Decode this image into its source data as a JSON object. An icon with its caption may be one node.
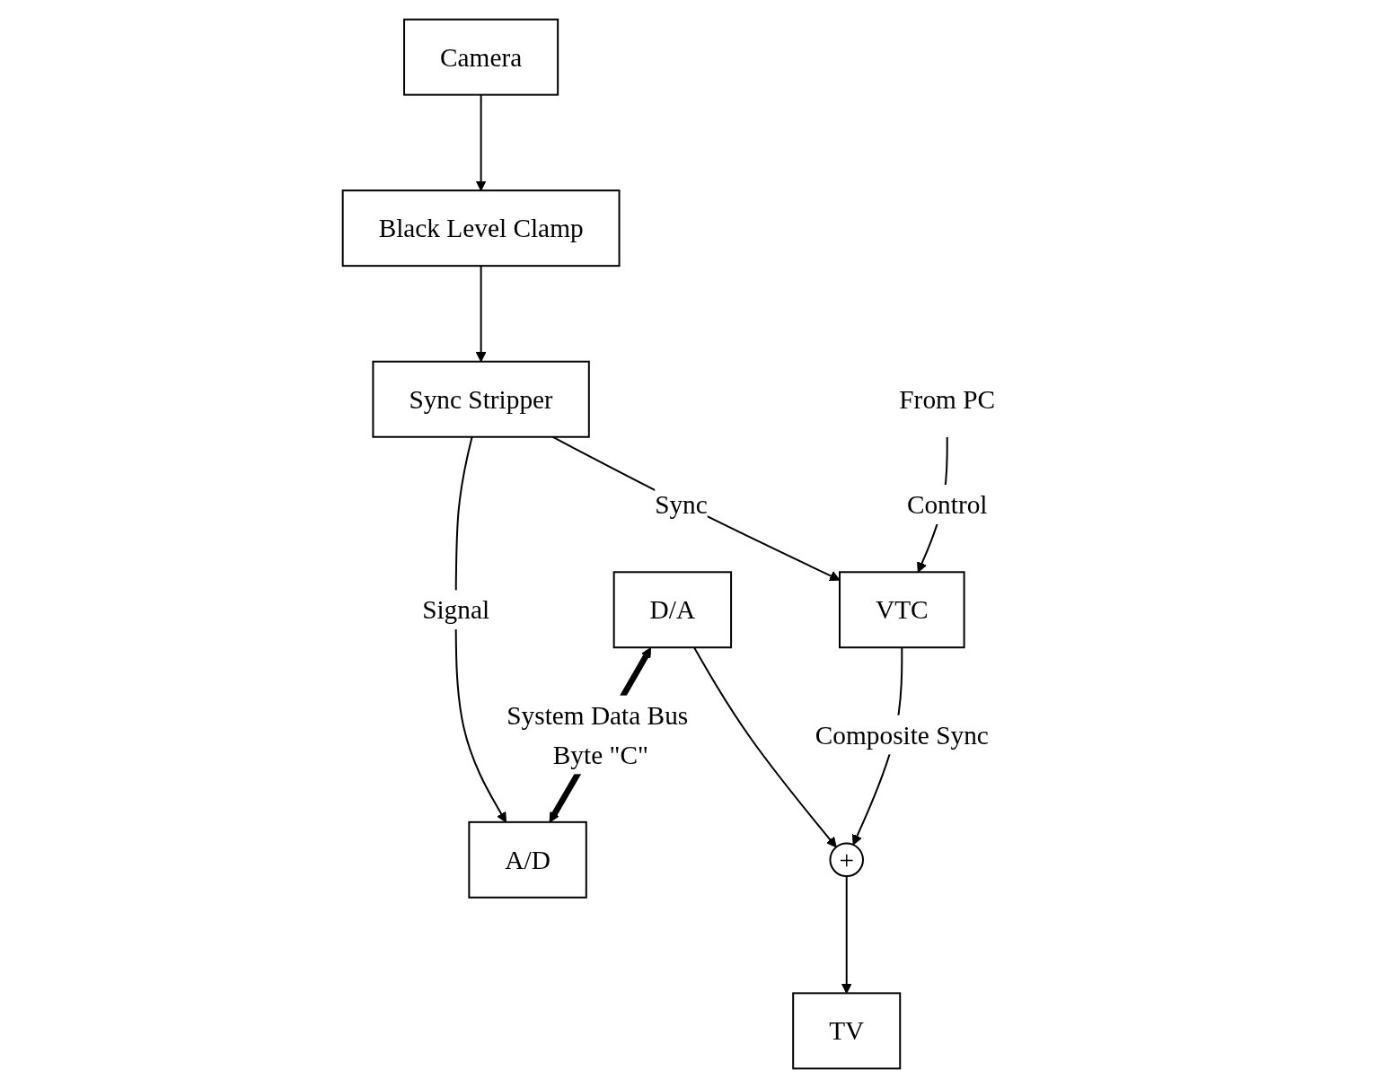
{
  "diagram": {
    "nodes": [
      {
        "text": [
          "Camera"
        ]
      },
      {
        "text": [
          "Black Level Clamp"
        ]
      },
      {
        "text": [
          "Sync Stripper"
        ]
      },
      {
        "text": [
          "D/A"
        ]
      },
      {
        "text": [
          "A/D"
        ]
      },
      {
        "text": [
          "VTC"
        ]
      },
      {
        "text": [
          "+"
        ]
      },
      {
        "text": [
          "TV"
        ]
      },
      {
        "text": [
          "From PC"
        ]
      }
    ],
    "edges": [
      {
        "from": 0,
        "to": 1,
        "arrow": "to"
      },
      {
        "from": 1,
        "to": 2,
        "arrow": "to"
      },
      {
        "from": 2,
        "to": 5,
        "label": "Sync",
        "arrow": "to"
      },
      {
        "from": 2,
        "to": 4,
        "label": "Signal",
        "arrow": "to"
      },
      {
        "from": 3,
        "to": 4,
        "label": "System Data Bus Byte \"C\"",
        "arrow": "both",
        "style": "thick"
      },
      {
        "from": 3,
        "to": 6,
        "arrow": "to"
      },
      {
        "from": 5,
        "to": 6,
        "label": "Composite Sync",
        "arrow": "to"
      },
      {
        "from": 8,
        "to": 5,
        "label": "Control",
        "arrow": "to"
      },
      {
        "from": 6,
        "to": 7,
        "arrow": "to"
      }
    ]
  }
}
